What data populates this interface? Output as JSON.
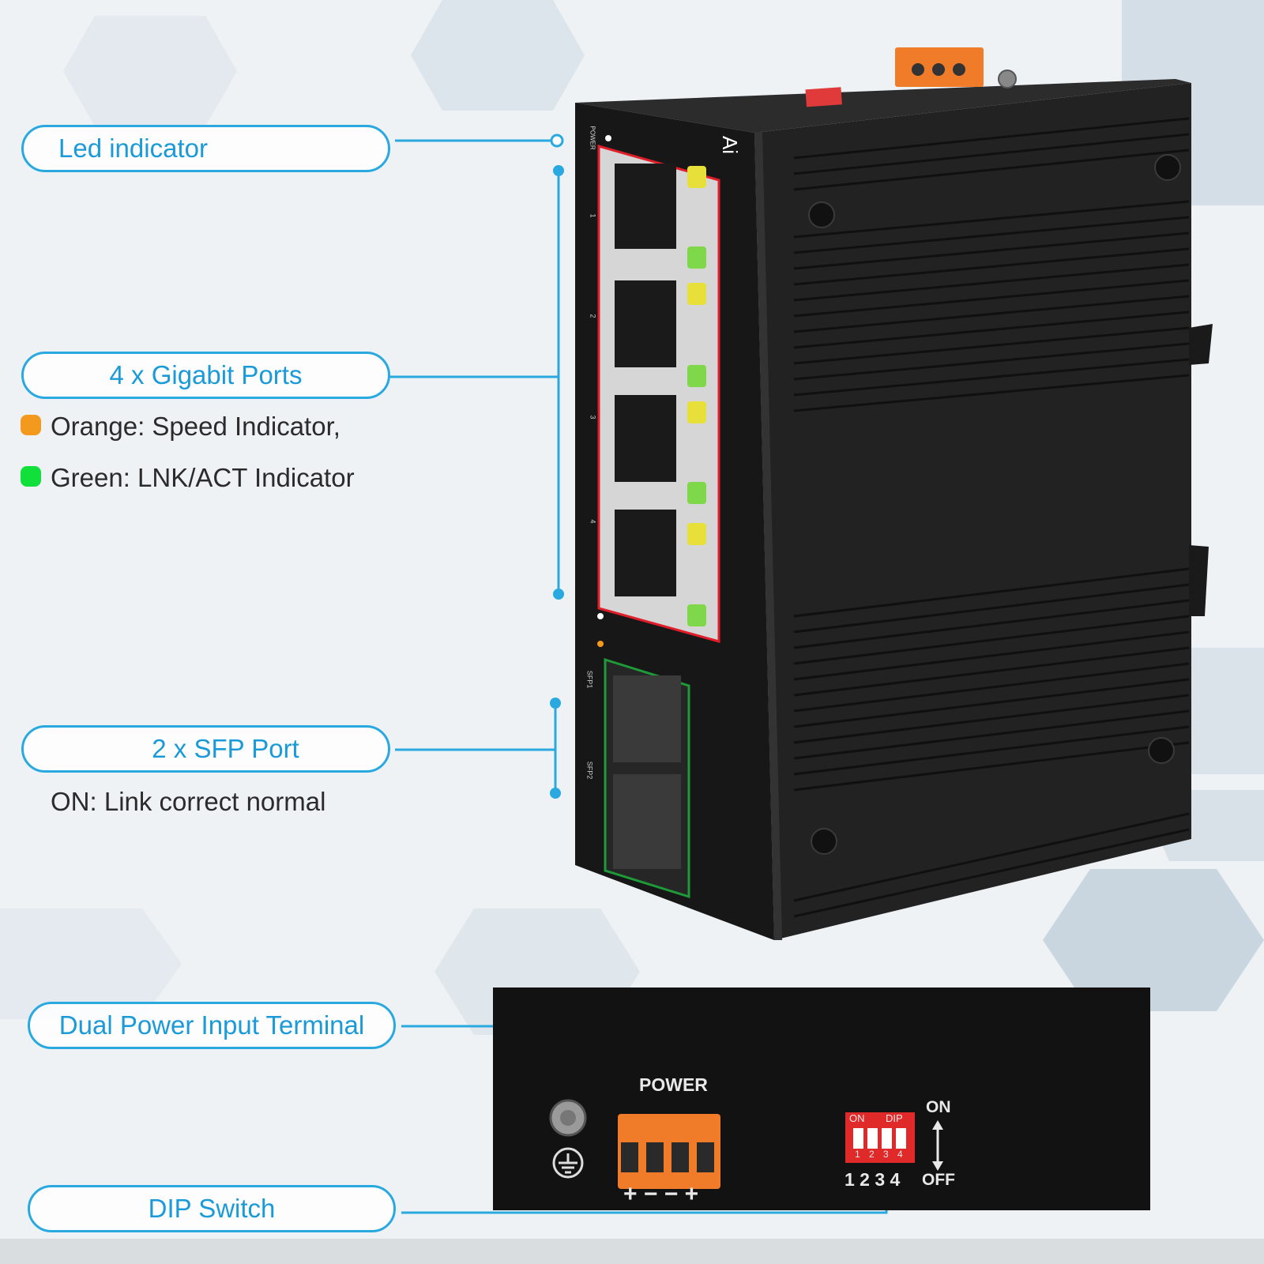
{
  "callouts": {
    "led": "Led indicator",
    "gigabit": "4 x Gigabit Ports",
    "sfp": "2 x SFP Port",
    "power_terminal": "Dual Power Input Terminal",
    "dip": "DIP Switch"
  },
  "legend": {
    "orange": {
      "label": "Orange: Speed Indicator,",
      "color": "#f39a1e"
    },
    "green": {
      "label": "Green:  LNK/ACT Indicator",
      "color": "#12e03a"
    }
  },
  "sfp_note": "ON: Link correct normal",
  "device": {
    "brand": "Ai",
    "power_label": "POWER",
    "port_numbers": [
      "1",
      "2",
      "3",
      "4"
    ],
    "sfp_labels": [
      "SFP1",
      "SFP2"
    ]
  },
  "panel": {
    "power_label": "POWER",
    "terminal_signs": "+ − − +",
    "dip_on": "ON",
    "dip_label": "DIP",
    "dip_numbers": [
      "1",
      "2",
      "3",
      "4"
    ],
    "on_label": "ON",
    "bottom_numbers": "1 2 3 4",
    "off_label": "OFF"
  },
  "colors": {
    "accent": "#29a9e0",
    "device": "#1a1a1a",
    "rj45_frame": "#e01e2a",
    "sfp_frame": "#1e9a38",
    "terminal": "#f07b28"
  }
}
